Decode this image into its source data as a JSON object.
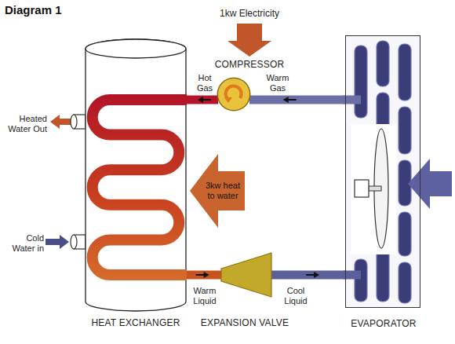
{
  "diagram": {
    "title": "Diagram 1",
    "nodes": [
      {
        "text": [
          "HEAT EXCHANGER"
        ]
      },
      {
        "text": [
          "COMPRESSOR"
        ]
      },
      {
        "text": [
          "3kw heat to water"
        ]
      },
      {
        "text": [
          "EXPANSION VALVE"
        ]
      },
      {
        "text": [
          "EVAPORATOR"
        ]
      }
    ],
    "edges": [
      {
        "from": 1,
        "to": 0,
        "arrow": "to",
        "label": "Hot Gas"
      },
      {
        "from": 4,
        "to": 1,
        "arrow": "to",
        "label": "Warm Gas"
      },
      {
        "from": 0,
        "to": 3,
        "arrow": "to",
        "label": "Warm Liquid"
      },
      {
        "from": 3,
        "to": 4,
        "arrow": "to",
        "label": "Cool Liquid"
      }
    ],
    "labels": [
      "1kw Electricity",
      "Heated Water Out",
      "Cold Water in"
    ]
  }
}
